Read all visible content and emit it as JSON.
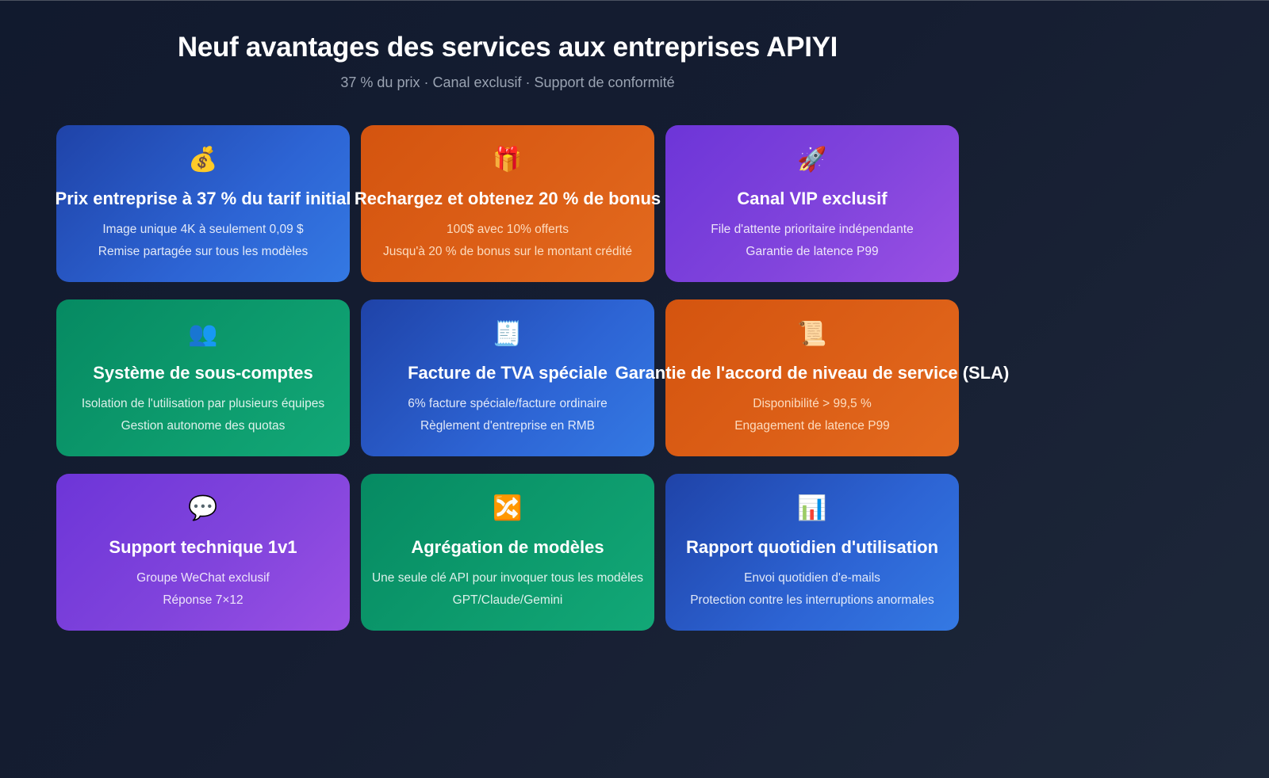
{
  "header": {
    "title": "Neuf avantages des services aux entreprises APIYI",
    "subtitle": "37 % du prix · Canal exclusif · Support de conformité"
  },
  "colors": {
    "background": "#131b2f",
    "blue": "#2d64d4",
    "orange": "#dc5f17",
    "purple": "#8144dc",
    "green": "#0d9b6d"
  },
  "cards": [
    {
      "icon": "💰",
      "icon_name": "money-bag-icon",
      "color": "blue",
      "title": "Prix entreprise à 37 % du tarif initial",
      "lines": [
        "Image unique 4K à seulement 0,09 $",
        "Remise partagée sur tous les modèles"
      ]
    },
    {
      "icon": "🎁",
      "icon_name": "gift-icon",
      "color": "orange",
      "title": "Rechargez et obtenez 20 % de bonus",
      "lines": [
        "100$ avec 10% offerts",
        "Jusqu'à 20 % de bonus sur le montant crédité"
      ]
    },
    {
      "icon": "🚀",
      "icon_name": "rocket-icon",
      "color": "purple",
      "title": "Canal VIP exclusif",
      "lines": [
        "File d'attente prioritaire indépendante",
        "Garantie de latence P99"
      ]
    },
    {
      "icon": "👥",
      "icon_name": "users-icon",
      "color": "green",
      "title": "Système de sous-comptes",
      "lines": [
        "Isolation de l'utilisation par plusieurs équipes",
        "Gestion autonome des quotas"
      ]
    },
    {
      "icon": "🧾",
      "icon_name": "receipt-icon",
      "color": "blue",
      "title": "Facture de TVA spéciale",
      "lines": [
        "6% facture spéciale/facture ordinaire",
        "Règlement d'entreprise en RMB"
      ]
    },
    {
      "icon": "📜",
      "icon_name": "scroll-icon",
      "color": "orange",
      "title": "Garantie de l'accord de niveau de service (SLA)",
      "lines": [
        "Disponibilité > 99,5 %",
        "Engagement de latence P99"
      ]
    },
    {
      "icon": "💬",
      "icon_name": "speech-bubble-icon",
      "color": "purple",
      "title": "Support technique 1v1",
      "lines": [
        "Groupe WeChat exclusif",
        "Réponse 7×12"
      ]
    },
    {
      "icon": "🔀",
      "icon_name": "shuffle-icon",
      "color": "green",
      "title": "Agrégation de modèles",
      "lines": [
        "Une seule clé API pour invoquer tous les modèles",
        "GPT/Claude/Gemini"
      ]
    },
    {
      "icon": "📊",
      "icon_name": "bar-chart-icon",
      "color": "blue",
      "title": "Rapport quotidien d'utilisation",
      "lines": [
        "Envoi quotidien d'e-mails",
        "Protection contre les interruptions anormales"
      ]
    }
  ]
}
